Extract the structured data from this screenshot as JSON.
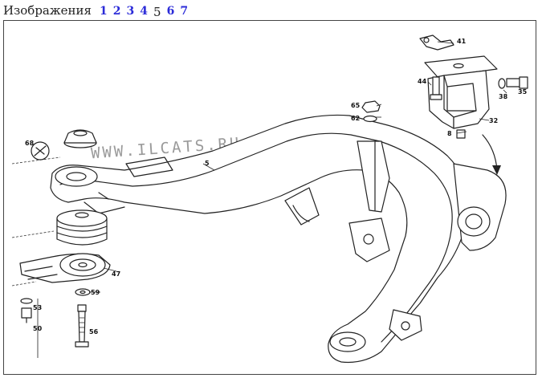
{
  "header": {
    "title": "Изображения",
    "pages": [
      {
        "label": "1",
        "current": false
      },
      {
        "label": "2",
        "current": false
      },
      {
        "label": "3",
        "current": false
      },
      {
        "label": "4",
        "current": false
      },
      {
        "label": "5",
        "current": true
      },
      {
        "label": "6",
        "current": false
      },
      {
        "label": "7",
        "current": false
      }
    ],
    "link_color": "#2b2bd8"
  },
  "diagram": {
    "watermark": "WWW.ILCATS.RU",
    "part_labels": {
      "p41": "41",
      "p44": "44",
      "p38": "38",
      "p35": "35",
      "p65": "65",
      "p62": "62",
      "p32": "32",
      "p8": "8",
      "p68": "68",
      "p5": "5",
      "p47": "47",
      "p59": "59",
      "p53": "53",
      "p50": "50",
      "p56": "56"
    }
  }
}
